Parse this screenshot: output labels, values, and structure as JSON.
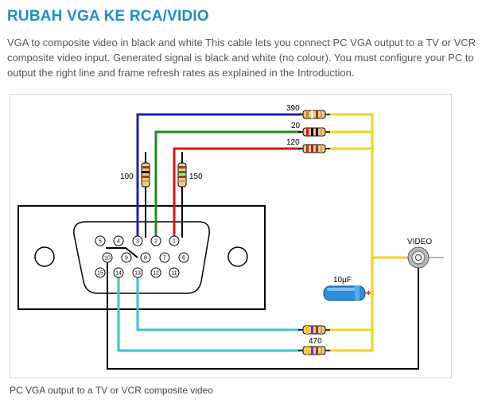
{
  "header": {
    "title": "RUBAH VGA KE RCA/VIDIO",
    "intro": "VGA to composite video in black and white This cable lets you connect PC VGA output to a TV or VCR composite video input. Generated signal is black and white (no colour). You must configure your PC to output the right line and frame refresh rates as explained in the Introduction."
  },
  "diagram": {
    "resistors": {
      "r390": "390",
      "r20": "20",
      "r120": "120",
      "r100": "100",
      "r150": "150",
      "r470": "470"
    },
    "capacitor": "10μF",
    "capacitor_polarity": "+",
    "video_label": "VIDEO",
    "pins": {
      "p1": "1",
      "p2": "2",
      "p3": "3",
      "p4": "4",
      "p5": "5",
      "p6": "6",
      "p7": "7",
      "p8": "8",
      "p9": "9",
      "p10": "10",
      "p11": "11",
      "p12": "12",
      "p13": "13",
      "p14": "14",
      "p15": "15"
    },
    "colors": {
      "blue": "#1f1fb8",
      "green": "#1f8c1f",
      "red": "#d21818",
      "yellow": "#f2d21f",
      "cyan": "#38c0c8",
      "black": "#000000",
      "resistor_body": "#f1c890",
      "capacitor_body": "#2d8fd9"
    }
  },
  "caption": "PC VGA output to a TV or VCR composite video"
}
